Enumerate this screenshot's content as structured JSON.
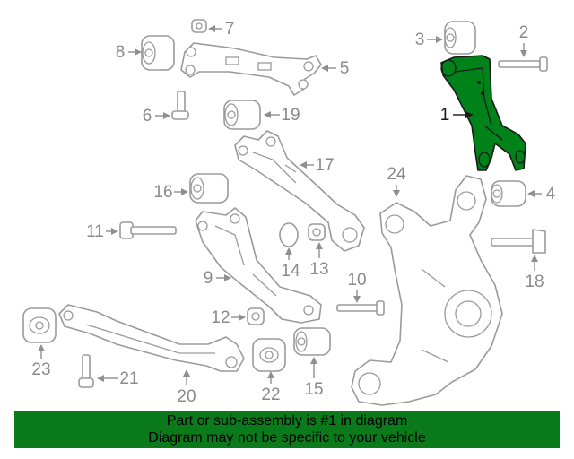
{
  "callouts": [
    "1",
    "2",
    "3",
    "4",
    "5",
    "6",
    "7",
    "8",
    "9",
    "10",
    "11",
    "12",
    "13",
    "14",
    "15",
    "16",
    "17",
    "18",
    "19",
    "20",
    "21",
    "22",
    "23",
    "24"
  ],
  "highlight_color": "#00821a",
  "banner": {
    "line1": "Part or sub-assembly is #1 in diagram",
    "line2": "Diagram may not be specific to your vehicle",
    "background": "#0a7a1a"
  }
}
